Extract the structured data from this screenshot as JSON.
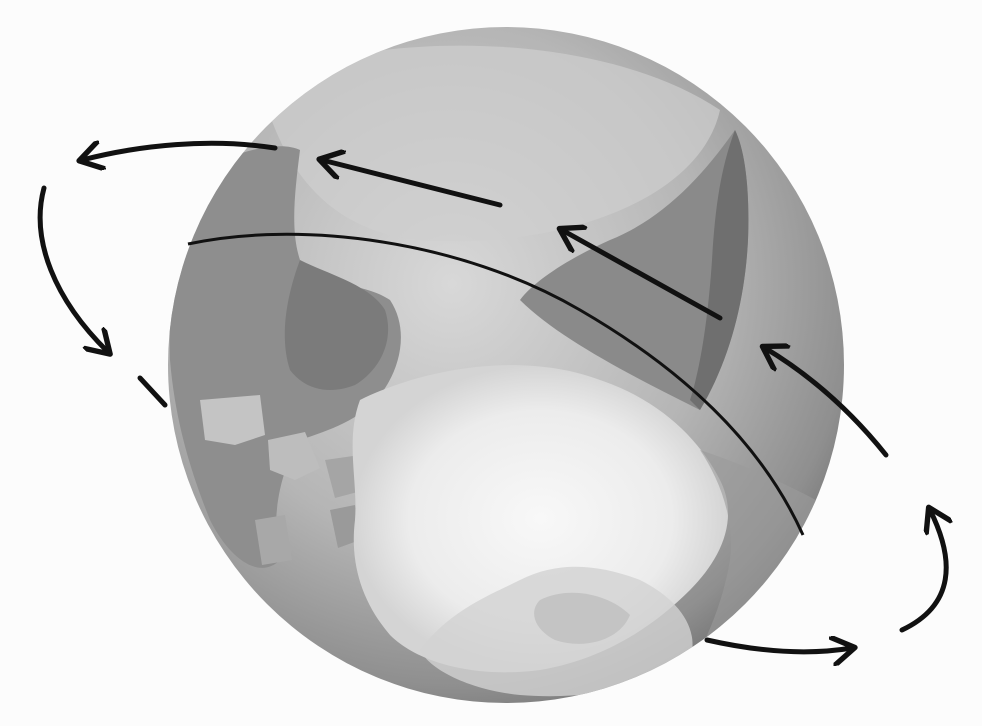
{
  "figure": {
    "subject": "globe-with-rotation-arrows",
    "colors": {
      "background": "#fcfcfc",
      "ocean_light": "#d6d6d6",
      "ocean_mid": "#a9a9a9",
      "ocean_dark": "#6e6e6e",
      "land": "#8c8c8c",
      "land_dark": "#707070",
      "ice": "#f0f0f0",
      "arrow": "#111111",
      "orbit_line": "#111111"
    },
    "arrows": [
      {
        "id": "top-left-curve",
        "direction": "left"
      },
      {
        "id": "top-on-globe",
        "direction": "left"
      },
      {
        "id": "middle-on-globe",
        "direction": "left"
      },
      {
        "id": "right-upper",
        "direction": "up-left"
      },
      {
        "id": "left-down-curve",
        "direction": "down"
      },
      {
        "id": "left-short-dash",
        "direction": "none"
      },
      {
        "id": "bottom-right",
        "direction": "right"
      },
      {
        "id": "right-lower-curve",
        "direction": "up"
      }
    ]
  }
}
